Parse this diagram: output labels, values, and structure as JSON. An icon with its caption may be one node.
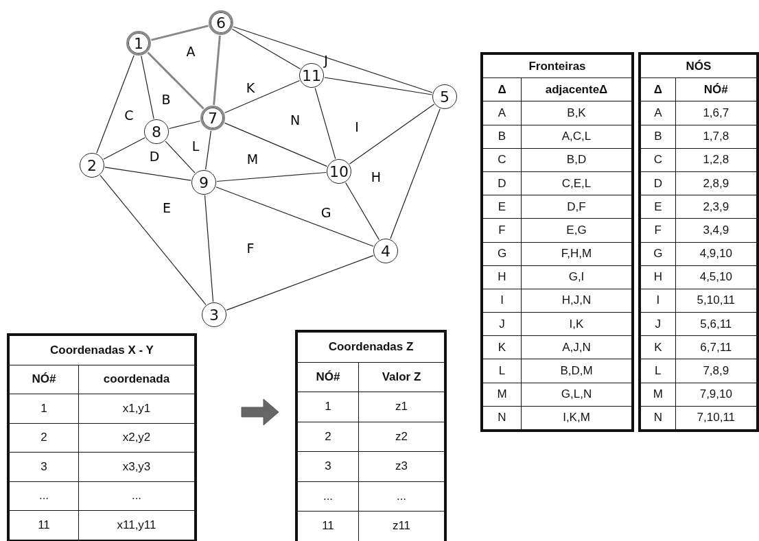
{
  "diagram": {
    "nodes": [
      {
        "text": [
          "1"
        ]
      },
      {
        "text": [
          "2"
        ]
      },
      {
        "text": [
          "3"
        ]
      },
      {
        "text": [
          "4"
        ]
      },
      {
        "text": [
          "5"
        ]
      },
      {
        "text": [
          "6"
        ]
      },
      {
        "text": [
          "7"
        ]
      },
      {
        "text": [
          "8"
        ]
      },
      {
        "text": [
          "9"
        ]
      },
      {
        "text": [
          "10"
        ]
      },
      {
        "text": [
          "11"
        ]
      }
    ],
    "edges": [
      {
        "from": 0,
        "to": 5,
        "arrow": "none",
        "style": "thick",
        "color": "#888888"
      },
      {
        "from": 5,
        "to": 6,
        "arrow": "none",
        "style": "thick",
        "color": "#888888"
      },
      {
        "from": 0,
        "to": 6,
        "arrow": "none",
        "style": "thick",
        "color": "#888888"
      },
      {
        "from": 0,
        "to": 7,
        "arrow": "none"
      },
      {
        "from": 6,
        "to": 7,
        "arrow": "none"
      },
      {
        "from": 0,
        "to": 1,
        "arrow": "none"
      },
      {
        "from": 1,
        "to": 7,
        "arrow": "none"
      },
      {
        "from": 7,
        "to": 8,
        "arrow": "none"
      },
      {
        "from": 1,
        "to": 8,
        "arrow": "none"
      },
      {
        "from": 1,
        "to": 2,
        "arrow": "none"
      },
      {
        "from": 2,
        "to": 8,
        "arrow": "none"
      },
      {
        "from": 2,
        "to": 3,
        "arrow": "none"
      },
      {
        "from": 3,
        "to": 8,
        "arrow": "none"
      },
      {
        "from": 8,
        "to": 9,
        "arrow": "none"
      },
      {
        "from": 3,
        "to": 9,
        "arrow": "none"
      },
      {
        "from": 3,
        "to": 4,
        "arrow": "none"
      },
      {
        "from": 4,
        "to": 9,
        "arrow": "none"
      },
      {
        "from": 4,
        "to": 10,
        "arrow": "none"
      },
      {
        "from": 9,
        "to": 10,
        "arrow": "none"
      },
      {
        "from": 4,
        "to": 5,
        "arrow": "none"
      },
      {
        "from": 5,
        "to": 10,
        "arrow": "none"
      },
      {
        "from": 6,
        "to": 10,
        "arrow": "none"
      },
      {
        "from": 6,
        "to": 8,
        "arrow": "none"
      },
      {
        "from": 6,
        "to": 9,
        "arrow": "none"
      }
    ],
    "labels": [
      "A",
      "J",
      "K",
      "B",
      "C",
      "N",
      "I",
      "L",
      "D",
      "M",
      "H",
      "E",
      "G",
      "F",
      "Fronteiras",
      "Δ",
      "adjacenteΔ",
      "A",
      "B,K",
      "B",
      "A,C,L",
      "C",
      "B,D",
      "D",
      "C,E,L",
      "E",
      "D,F",
      "F",
      "E,G",
      "G",
      "F,H,M",
      "H",
      "G,I",
      "I",
      "H,J,N",
      "J",
      "I,K",
      "K",
      "A,J,N",
      "L",
      "B,D,M",
      "M",
      "G,L,N",
      "N",
      "I,K,M",
      "NÓS",
      "Δ",
      "NÓ#",
      "A",
      "1,6,7",
      "B",
      "1,7,8",
      "C",
      "1,2,8",
      "D",
      "2,8,9",
      "E",
      "2,3,9",
      "F",
      "3,4,9",
      "G",
      "4,9,10",
      "H",
      "4,5,10",
      "I",
      "5,10,11",
      "J",
      "5,6,11",
      "K",
      "6,7,11",
      "L",
      "7,8,9",
      "M",
      "7,9,10",
      "N",
      "7,10,11",
      "Coordenadas X - Y",
      "NÓ#",
      "coordenada",
      "1",
      "x1,y1",
      "2",
      "x2,y2",
      "3",
      "x3,y3",
      "...",
      "...",
      "11",
      "x11,y11",
      "Coordenadas Z",
      "NÓ#",
      "Valor Z",
      "1",
      "z1",
      "2",
      "z2",
      "3",
      "z3",
      "...",
      "...",
      "11",
      "z11"
    ]
  }
}
